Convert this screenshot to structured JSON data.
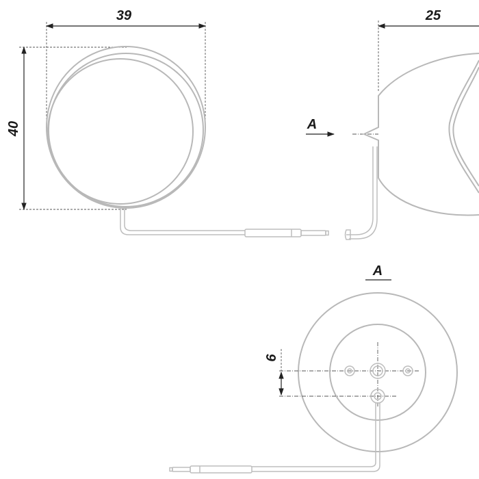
{
  "dimensions": {
    "width_front": "39",
    "height_front": "40",
    "depth_side": "25",
    "hole_spacing": "6"
  },
  "view_labels": {
    "arrow_label": "A",
    "view_title": "A"
  },
  "colors": {
    "outline": "#b8b8b8",
    "dimension": "#222222",
    "background": "#ffffff"
  }
}
